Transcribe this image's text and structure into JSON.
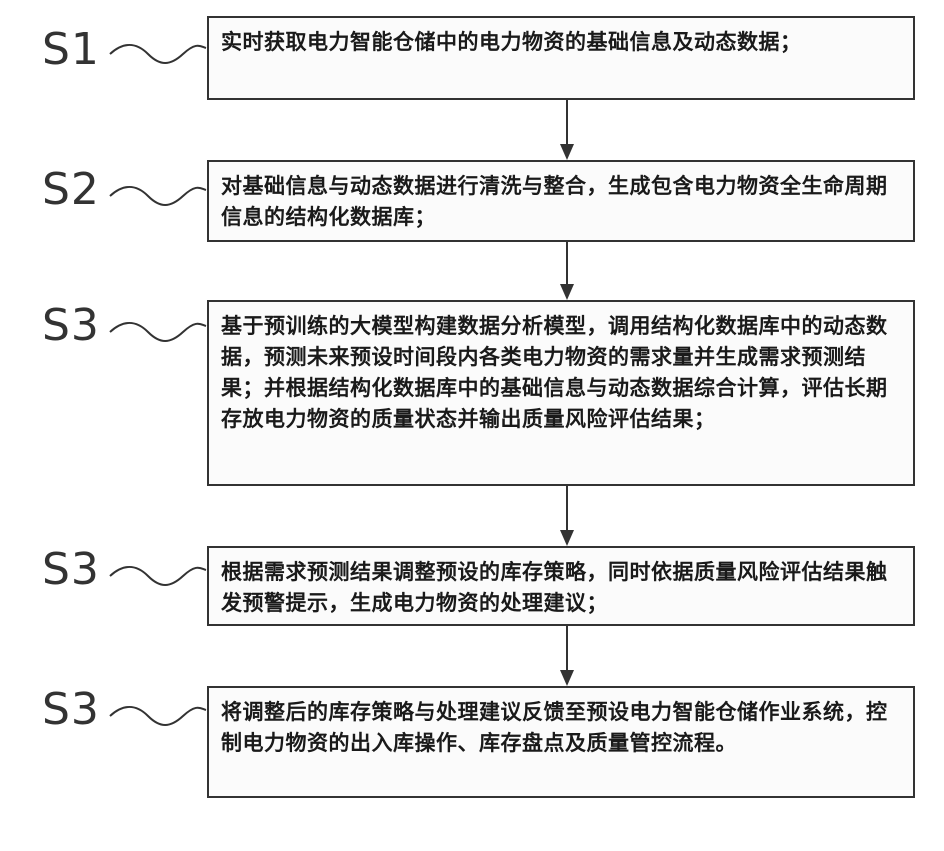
{
  "steps": [
    {
      "label": "S1",
      "text": "实时获取电力智能仓储中的电力物资的基础信息及动态数据；"
    },
    {
      "label": "S2",
      "text": "对基础信息与动态数据进行清洗与整合，生成包含电力物资全生命周期信息的结构化数据库；"
    },
    {
      "label": "S3",
      "text": "基于预训练的大模型构建数据分析模型，调用结构化数据库中的动态数据，预测未来预设时间段内各类电力物资的需求量并生成需求预测结果；并根据结构化数据库中的基础信息与动态数据综合计算，评估长期存放电力物资的质量状态并输出质量风险评估结果；"
    },
    {
      "label": "S3",
      "text": "根据需求预测结果调整预设的库存策略，同时依据质量风险评估结果触发预警提示，生成电力物资的处理建议；"
    },
    {
      "label": "S3",
      "text": "将调整后的库存策略与处理建议反馈至预设电力智能仓储作业系统，控制电力物资的出入库操作、库存盘点及质量管控流程。"
    }
  ]
}
